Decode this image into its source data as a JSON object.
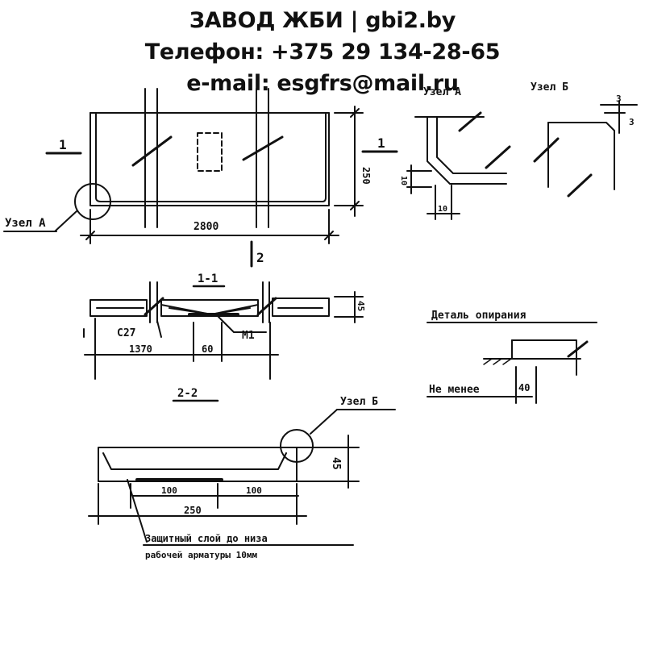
{
  "header": {
    "line1": "ЗАВОД ЖБИ | gbi2.by",
    "line2": "Телефон: +375 29 134-28-65",
    "line3": "e-mail: esgfrs@mail.ru"
  },
  "drawing": {
    "plan": {
      "section_mark_left": "1",
      "section_mark_right": "1",
      "section_mark_bottom": "2",
      "dim_length": "2800",
      "dim_width": "250",
      "node_label": "Узел А"
    },
    "node_a": {
      "title": "Узел А",
      "dim_v": "10",
      "dim_h": "10"
    },
    "node_b": {
      "title": "Узел Б",
      "dim_1": "3",
      "dim_2": "3"
    },
    "section_1": {
      "title": "1-1",
      "dim_1370": "1370",
      "dim_60": "60",
      "dim_45": "45",
      "label_c27": "С27",
      "label_m1": "М1"
    },
    "support_detail": {
      "title": "Деталь опирания",
      "note": "Не менее",
      "dim": "40"
    },
    "section_2": {
      "title": "2-2",
      "node_label": "Узел Б",
      "dim_100a": "100",
      "dim_100b": "100",
      "dim_250": "250",
      "dim_45": "45",
      "note_line1": "Защитный слой до низа",
      "note_line2": "рабочей арматуры 10мм"
    }
  }
}
